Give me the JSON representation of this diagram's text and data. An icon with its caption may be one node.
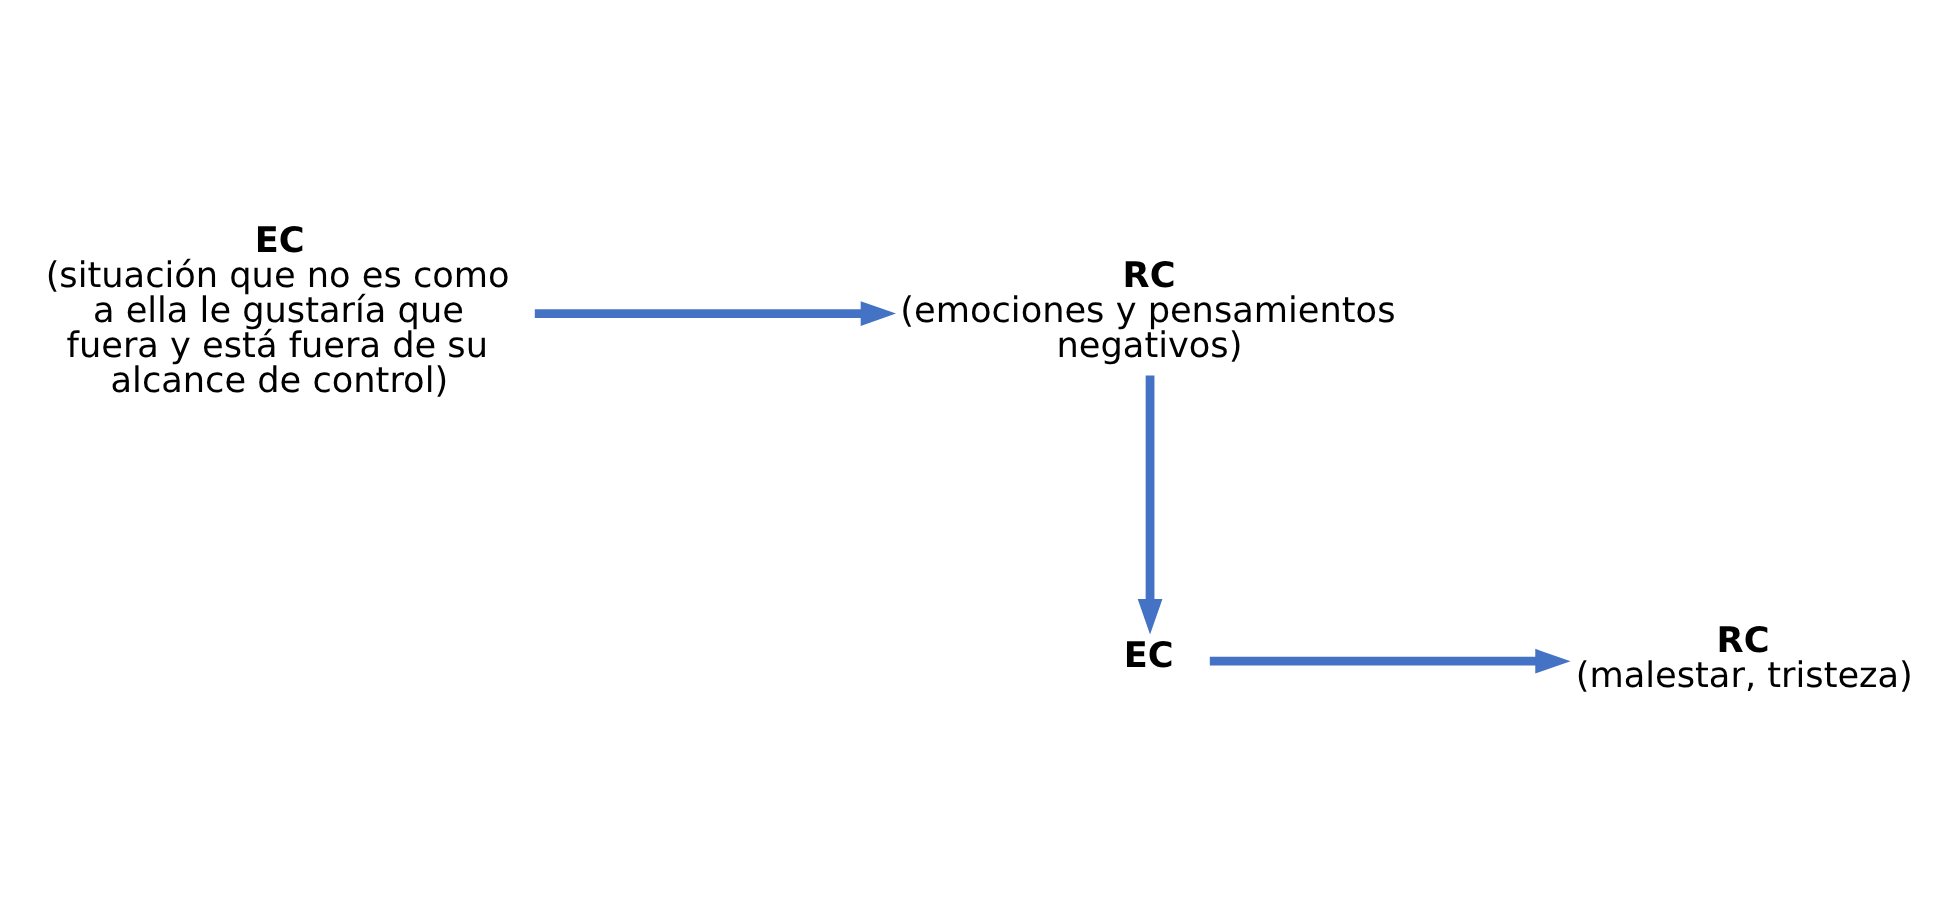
{
  "diagram": {
    "nodes": [
      {
        "text": [
          "EC",
          "(situación que no es como a ella le gustaría que fuera y está fuera de su alcance de control)"
        ]
      },
      {
        "text": [
          "RC",
          "(emociones y pensamientos negativos)"
        ]
      },
      {
        "text": [
          "EC"
        ]
      },
      {
        "text": [
          "RC",
          "(malestar, tristeza)"
        ]
      }
    ],
    "edges": [
      {
        "from": 0,
        "to": 1,
        "arrow": "to"
      },
      {
        "from": 1,
        "to": 2,
        "arrow": "to"
      },
      {
        "from": 2,
        "to": 3,
        "arrow": "to"
      }
    ]
  }
}
